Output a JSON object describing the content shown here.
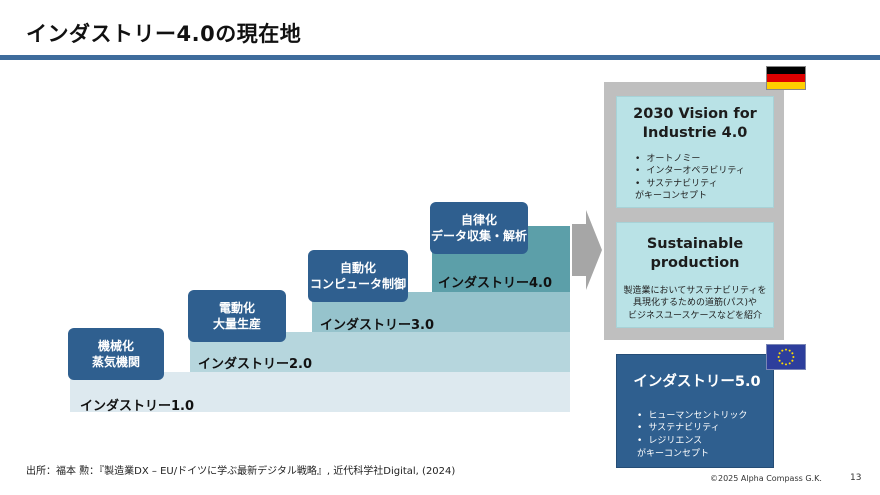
{
  "title": "インダストリー4.0の現在地",
  "stairs": [
    {
      "band_label": "インダストリー1.0",
      "box_lines": [
        "機械化",
        "蒸気機関"
      ]
    },
    {
      "band_label": "インダストリー2.0",
      "box_lines": [
        "電動化",
        "大量生産"
      ]
    },
    {
      "band_label": "インダストリー3.0",
      "box_lines": [
        "自動化",
        "コンピュータ制御"
      ]
    },
    {
      "band_label": "インダストリー4.0",
      "box_lines": [
        "自律化",
        "データ収集・解析"
      ]
    }
  ],
  "germany": {
    "vision_title_line1": "2030 Vision for",
    "vision_title_line2": "Industrie 4.0",
    "vision_items": [
      "オートノミー",
      "インターオペラビリティ",
      "サステナビリティ"
    ],
    "vision_foot": "がキーコンセプト",
    "sustain_title_line1": "Sustainable",
    "sustain_title_line2": "production",
    "sustain_desc_line1": "製造業においてサステナビリティを",
    "sustain_desc_line2": "具現化するための道筋(パス)や",
    "sustain_desc_line3": "ビジネスユースケースなどを紹介"
  },
  "eu": {
    "title": "インダストリー5.0",
    "items": [
      "ヒューマンセントリック",
      "サステナビリティ",
      "レジリエンス"
    ],
    "foot": "がキーコンセプト"
  },
  "colors": {
    "band1": "#dde9ef",
    "band2": "#b6d6dd",
    "band3": "#96c3cc",
    "band4": "#5c9fa9",
    "box": "#2f5f8f",
    "rule": "#3e6c9c",
    "arrow": "#a6a6a6"
  },
  "footer": {
    "source": "出所：福本 勲：『製造業DX – EU/ドイツに学ぶ最新デジタル戦略』, 近代科学社Digital, (2024)",
    "copyright": "©2025 Alpha Compass G.K.",
    "page": "13"
  }
}
